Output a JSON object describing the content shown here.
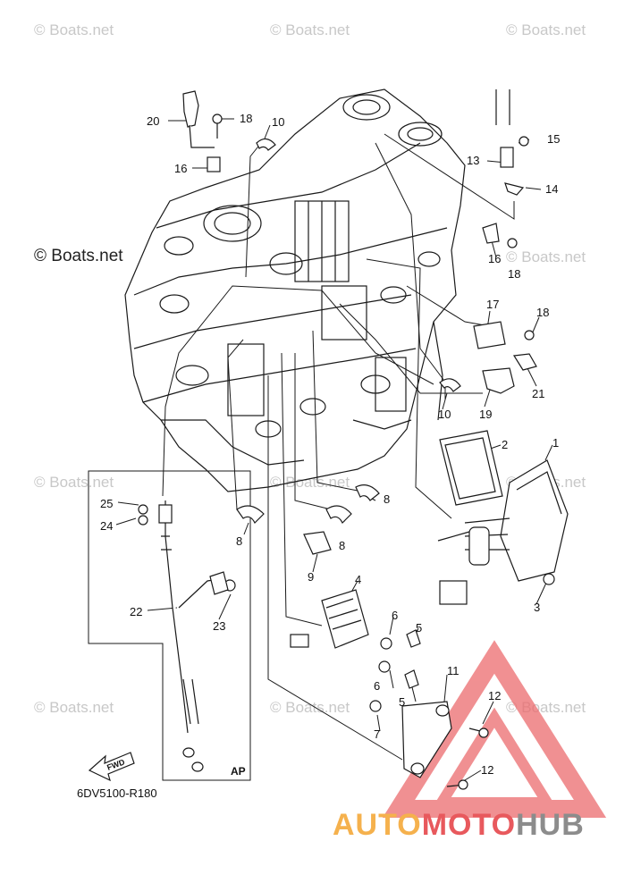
{
  "watermarks": {
    "boats_net": "© Boats.net",
    "boats_net_main": "© Boats.net"
  },
  "diagram": {
    "code": "6DV5100-R180",
    "ap_label": "AP",
    "fwd_label": "FWD"
  },
  "callouts": [
    {
      "id": "c1",
      "text": "1"
    },
    {
      "id": "c2",
      "text": "2"
    },
    {
      "id": "c3",
      "text": "3"
    },
    {
      "id": "c4",
      "text": "4"
    },
    {
      "id": "c5a",
      "text": "5"
    },
    {
      "id": "c5b",
      "text": "5"
    },
    {
      "id": "c6a",
      "text": "6"
    },
    {
      "id": "c6b",
      "text": "6"
    },
    {
      "id": "c7",
      "text": "7"
    },
    {
      "id": "c8a",
      "text": "8"
    },
    {
      "id": "c8b",
      "text": "8"
    },
    {
      "id": "c8c",
      "text": "8"
    },
    {
      "id": "c9",
      "text": "9"
    },
    {
      "id": "c10a",
      "text": "10"
    },
    {
      "id": "c10b",
      "text": "10"
    },
    {
      "id": "c11",
      "text": "11"
    },
    {
      "id": "c12a",
      "text": "12"
    },
    {
      "id": "c12b",
      "text": "12"
    },
    {
      "id": "c13",
      "text": "13"
    },
    {
      "id": "c14",
      "text": "14"
    },
    {
      "id": "c15",
      "text": "15"
    },
    {
      "id": "c16a",
      "text": "16"
    },
    {
      "id": "c16b",
      "text": "16"
    },
    {
      "id": "c17",
      "text": "17"
    },
    {
      "id": "c18a",
      "text": "18"
    },
    {
      "id": "c18b",
      "text": "18"
    },
    {
      "id": "c18c",
      "text": "18"
    },
    {
      "id": "c19",
      "text": "19"
    },
    {
      "id": "c20",
      "text": "20"
    },
    {
      "id": "c21",
      "text": "21"
    },
    {
      "id": "c22",
      "text": "22"
    },
    {
      "id": "c23",
      "text": "23"
    },
    {
      "id": "c24",
      "text": "24"
    },
    {
      "id": "c25",
      "text": "25"
    }
  ],
  "logo": {
    "part1": "AUTO",
    "part2": "MOTO",
    "part3": "HUB"
  },
  "colors": {
    "line": "#1a1a1a",
    "watermark": "#c8c8c8",
    "logo_orange": "#f5b14d",
    "logo_red": "#e8595d",
    "logo_gray": "#8c8c8c"
  }
}
